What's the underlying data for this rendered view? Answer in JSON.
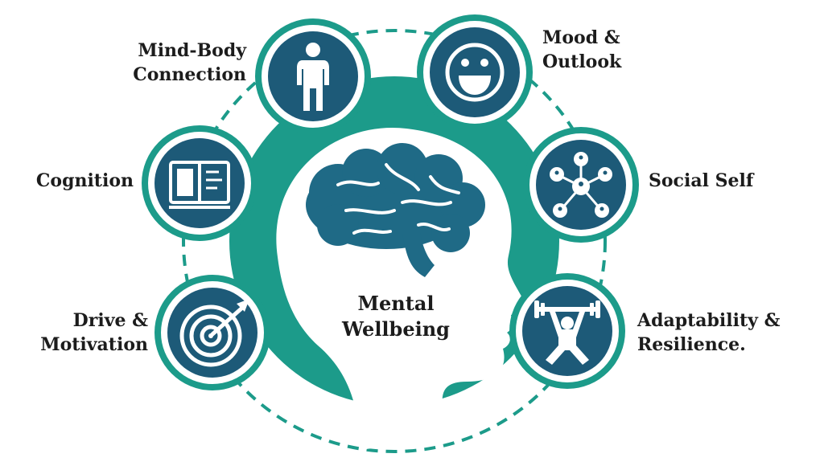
{
  "center": {
    "line1": "Mental",
    "line2": "Wellbeing"
  },
  "segments": [
    {
      "line1": "Mind-Body",
      "line2": "Connection",
      "icon": "person-icon"
    },
    {
      "line1": "Mood &",
      "line2": "Outlook",
      "icon": "smiley-face-icon"
    },
    {
      "line1": "Cognition",
      "line2": "",
      "icon": "book-icon"
    },
    {
      "line1": "Social Self",
      "line2": "",
      "icon": "network-icon"
    },
    {
      "line1": "Drive &",
      "line2": "Motivation",
      "icon": "target-arrow-icon"
    },
    {
      "line1": "Adaptability &",
      "line2": "Resilience.",
      "icon": "weightlifter-icon"
    }
  ],
  "colors": {
    "teal": "#1c9b8a",
    "navy": "#1d5a78",
    "brain": "#1f6a86",
    "ring": "#1c9b8a"
  }
}
